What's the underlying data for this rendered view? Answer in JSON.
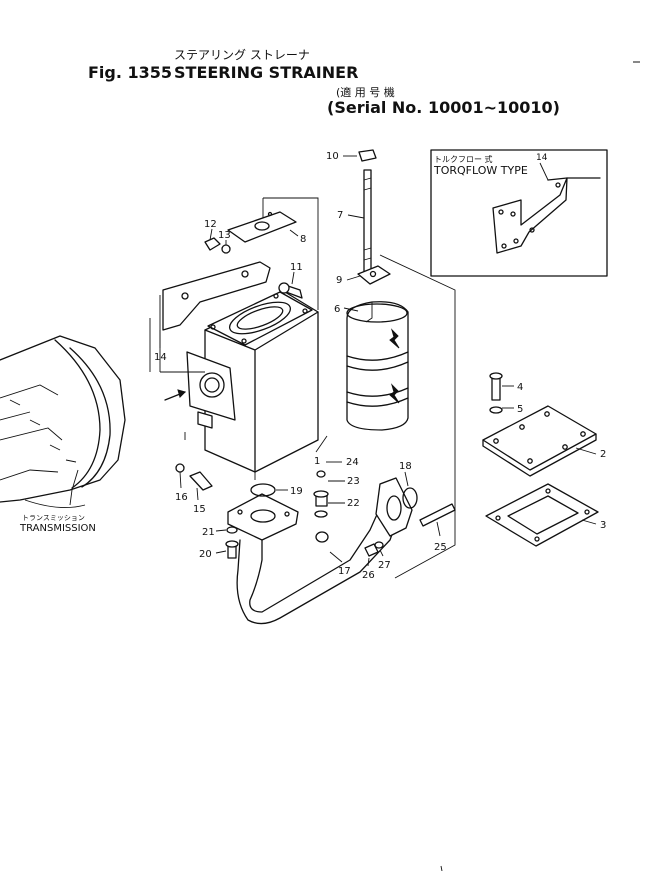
{
  "header": {
    "title_jp": "ステアリング ストレーナ",
    "fig_label": "Fig. 1355",
    "title_en": "STEERING STRAINER",
    "serial_jp": "(適 用 号 機",
    "serial_en": "(Serial No. 10001~10010)"
  },
  "inset": {
    "title_jp": "トルクフロー 式",
    "title_en": "TORQFLOW TYPE",
    "part_number": "14"
  },
  "transmission_label": {
    "jp": "トランスミッション",
    "en": "TRANSMISSION"
  },
  "callouts": [
    "1",
    "2",
    "3",
    "4",
    "5",
    "6",
    "7",
    "8",
    "9",
    "10",
    "11",
    "12",
    "13",
    "14",
    "15",
    "16",
    "17",
    "18",
    "19",
    "20",
    "21",
    "22",
    "23",
    "24",
    "25",
    "26",
    "27"
  ]
}
